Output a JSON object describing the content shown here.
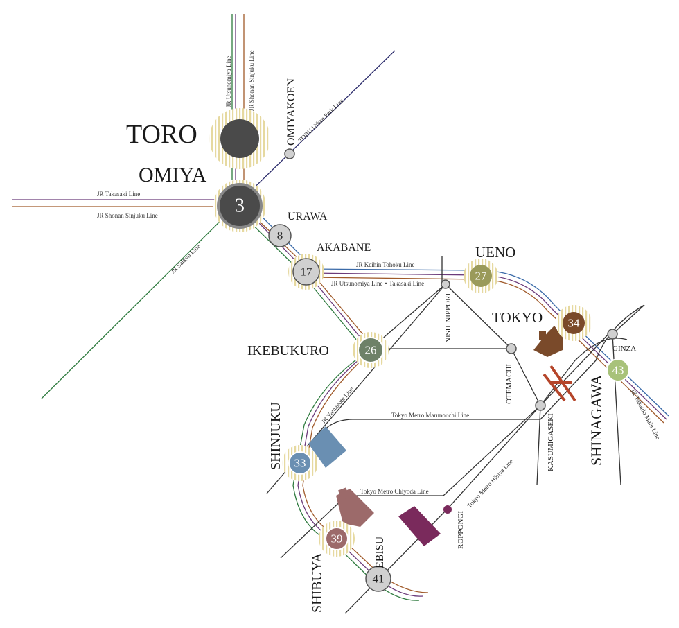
{
  "stations": {
    "toro": {
      "name": "TORO"
    },
    "omiya": {
      "name": "OMIYA",
      "minutes": "3"
    },
    "omiyakoen": {
      "name": "OMIYAKOEN"
    },
    "urawa": {
      "name": "URAWA",
      "minutes": "8"
    },
    "akabane": {
      "name": "AKABANE",
      "minutes": "17"
    },
    "ueno": {
      "name": "UENO",
      "minutes": "27"
    },
    "nishinippori": {
      "name": "NISHINIPPORI"
    },
    "tokyo": {
      "name": "TOKYO",
      "minutes": "34"
    },
    "ginza": {
      "name": "GINZA"
    },
    "shinagawa": {
      "name": "SHINAGAWA",
      "minutes": "43"
    },
    "ikebukuro": {
      "name": "IKEBUKURO",
      "minutes": "26"
    },
    "otemachi": {
      "name": "OTEMACHI"
    },
    "kasumigaseki": {
      "name": "KASUMIGASEKI"
    },
    "shinjuku": {
      "name": "SHINJUKU",
      "minutes": "33"
    },
    "roppongi": {
      "name": "ROPPONGI"
    },
    "shibuya": {
      "name": "SHIBUYA",
      "minutes": "39"
    },
    "ebisu": {
      "name": "EBISU",
      "minutes": "41"
    }
  },
  "lines": {
    "utsunomiya_top": "JR Utsunomiya  Line",
    "shonan_top": "JR Shonan Sinjuku  Line",
    "tobu": "TOBU Urban Park Line",
    "takasaki": "JR Takasaki  Line",
    "shonan_left": "JR Shonan Sinjuku  Line",
    "saikyo": "JR Saikyo Line",
    "keihin": "JR Keihin Tohoku Line",
    "utsunomiya_takasaki": "JR Utsunomiya  Line・Takasaki  Line",
    "yamanote": "JR Yamanote Line",
    "marunouchi": "Tokyo Metro Marunouchi Line",
    "chiyoda": "Tokyo Metro Chiyoda Line",
    "hibiya": "Tokyo Metro Hibiya Line",
    "tokaido": "JR Tokaido Main Line"
  },
  "colors": {
    "toro": "#4a4a4a",
    "omiya": "#4a4a4a",
    "generic_station": "#d0d0d0",
    "ueno": "#9a9a5a",
    "tokyo": "#7a4a2a",
    "shinagawa": "#a8c27a",
    "ikebukuro": "#6e8168",
    "shinjuku": "#6a8fb2",
    "shibuya": "#9c6a6a",
    "roppongi": "#7a2a5c",
    "line_purple": "#6b3a7a",
    "line_brown": "#a05a2a",
    "line_green": "#2e7a3e",
    "line_navy": "#2a2a6a",
    "line_blue": "#3a6aa8",
    "line_dark": "#333333",
    "halo": "#e8dcaa"
  },
  "icons": {
    "tokyo": "tokyo-station-building-icon",
    "tower": "tokyo-tower-icon",
    "shinjuku": "shinjuku-skyscraper-icon",
    "shibuya": "shibuya-building-icon",
    "roppongi": "roppongi-hills-icon"
  }
}
